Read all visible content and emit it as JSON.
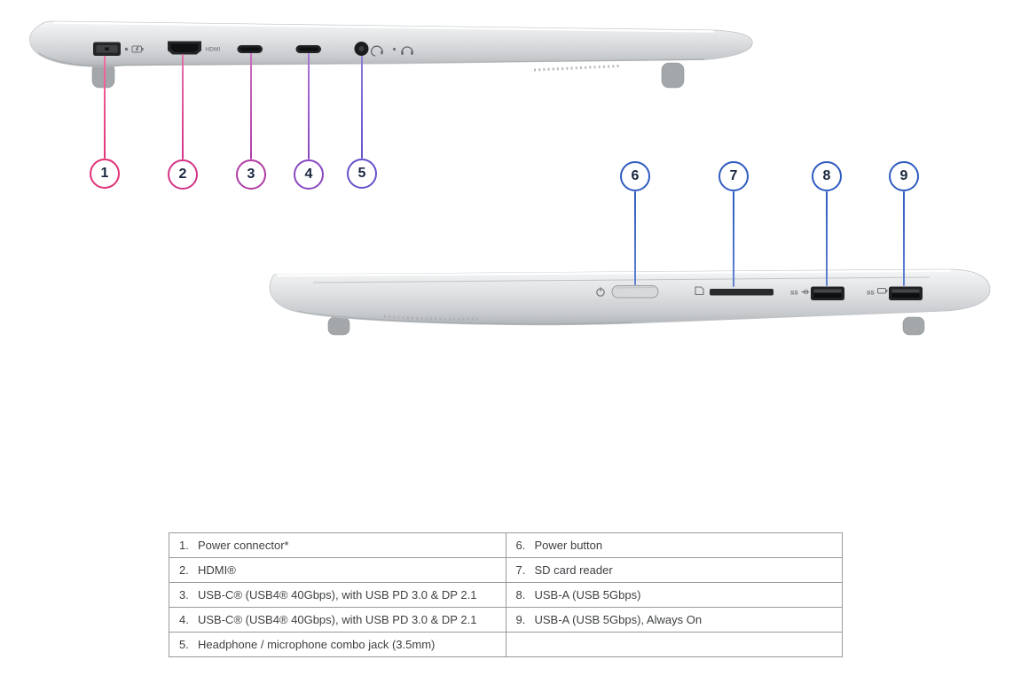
{
  "chassis": {
    "hdmi_label": "HDMI",
    "usb_ss_label": "SS"
  },
  "callouts": {
    "left_view": [
      {
        "num": "1",
        "color": "#E13178",
        "color_light": "#F2709F"
      },
      {
        "num": "2",
        "color": "#D23487",
        "color_light": "#E570A8"
      },
      {
        "num": "3",
        "color": "#B13CA4",
        "color_light": "#CC6FBE"
      },
      {
        "num": "4",
        "color": "#8A47C0",
        "color_light": "#AB76D4"
      },
      {
        "num": "5",
        "color": "#6152CB",
        "color_light": "#8B7EDC"
      }
    ],
    "right_view": [
      {
        "num": "6",
        "color": "#2F5BC0",
        "color_light": "#6283D2"
      },
      {
        "num": "7",
        "color": "#2F5BC0",
        "color_light": "#6283D2"
      },
      {
        "num": "8",
        "color": "#2F5BC0",
        "color_light": "#6283D2"
      },
      {
        "num": "9",
        "color": "#2F5BC0",
        "color_light": "#6283D2"
      }
    ]
  },
  "table": {
    "rows": [
      {
        "left": {
          "num": "1.",
          "text": "Power connector*"
        },
        "right": {
          "num": "6.",
          "text": "Power button"
        }
      },
      {
        "left": {
          "num": "2.",
          "text": "HDMI®"
        },
        "right": {
          "num": "7.",
          "text": "SD card reader"
        }
      },
      {
        "left": {
          "num": "3.",
          "text": "USB-C® (USB4® 40Gbps), with USB PD 3.0 & DP 2.1"
        },
        "right": {
          "num": "8.",
          "text": "USB-A (USB 5Gbps)"
        }
      },
      {
        "left": {
          "num": "4.",
          "text": "USB-C® (USB4® 40Gbps), with USB PD 3.0 & DP 2.1"
        },
        "right": {
          "num": "9.",
          "text": "USB-A (USB 5Gbps), Always On"
        }
      },
      {
        "left": {
          "num": "5.",
          "text": "Headphone / microphone combo jack (3.5mm)"
        },
        "right": {
          "num": "",
          "text": ""
        }
      }
    ]
  }
}
